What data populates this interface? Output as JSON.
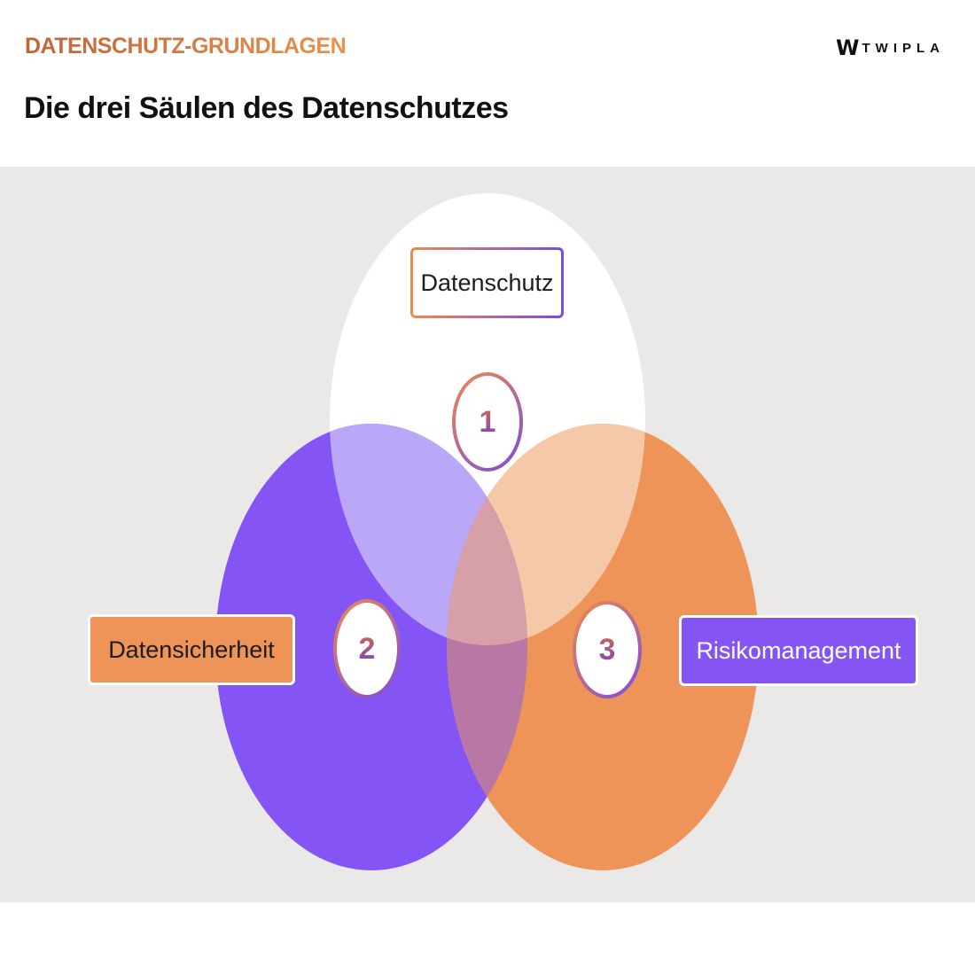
{
  "header": {
    "eyebrow": "DATENSCHUTZ-GRUNDLAGEN",
    "title": "Die drei Säulen des Datenschutzes",
    "logo_mark": "W",
    "logo_text": "TWIPLA"
  },
  "diagram": {
    "pillars": [
      {
        "number": "1",
        "label": "Datenschutz",
        "color": "#ffffff"
      },
      {
        "number": "2",
        "label": "Datensicherheit",
        "color": "#8455f4"
      },
      {
        "number": "3",
        "label": "Risikomanagement",
        "color": "#ef9458"
      }
    ],
    "colors": {
      "panel_bg": "#ebe8e8",
      "white_purple_overlap": "#bba7f7",
      "white_orange_overlap": "#f5c9a8",
      "purple_orange_overlap": "#b877a4",
      "center_overlap": "#d7a0a8",
      "accent_orange": "#ef8a4a",
      "accent_purple": "#7a4be0"
    }
  }
}
